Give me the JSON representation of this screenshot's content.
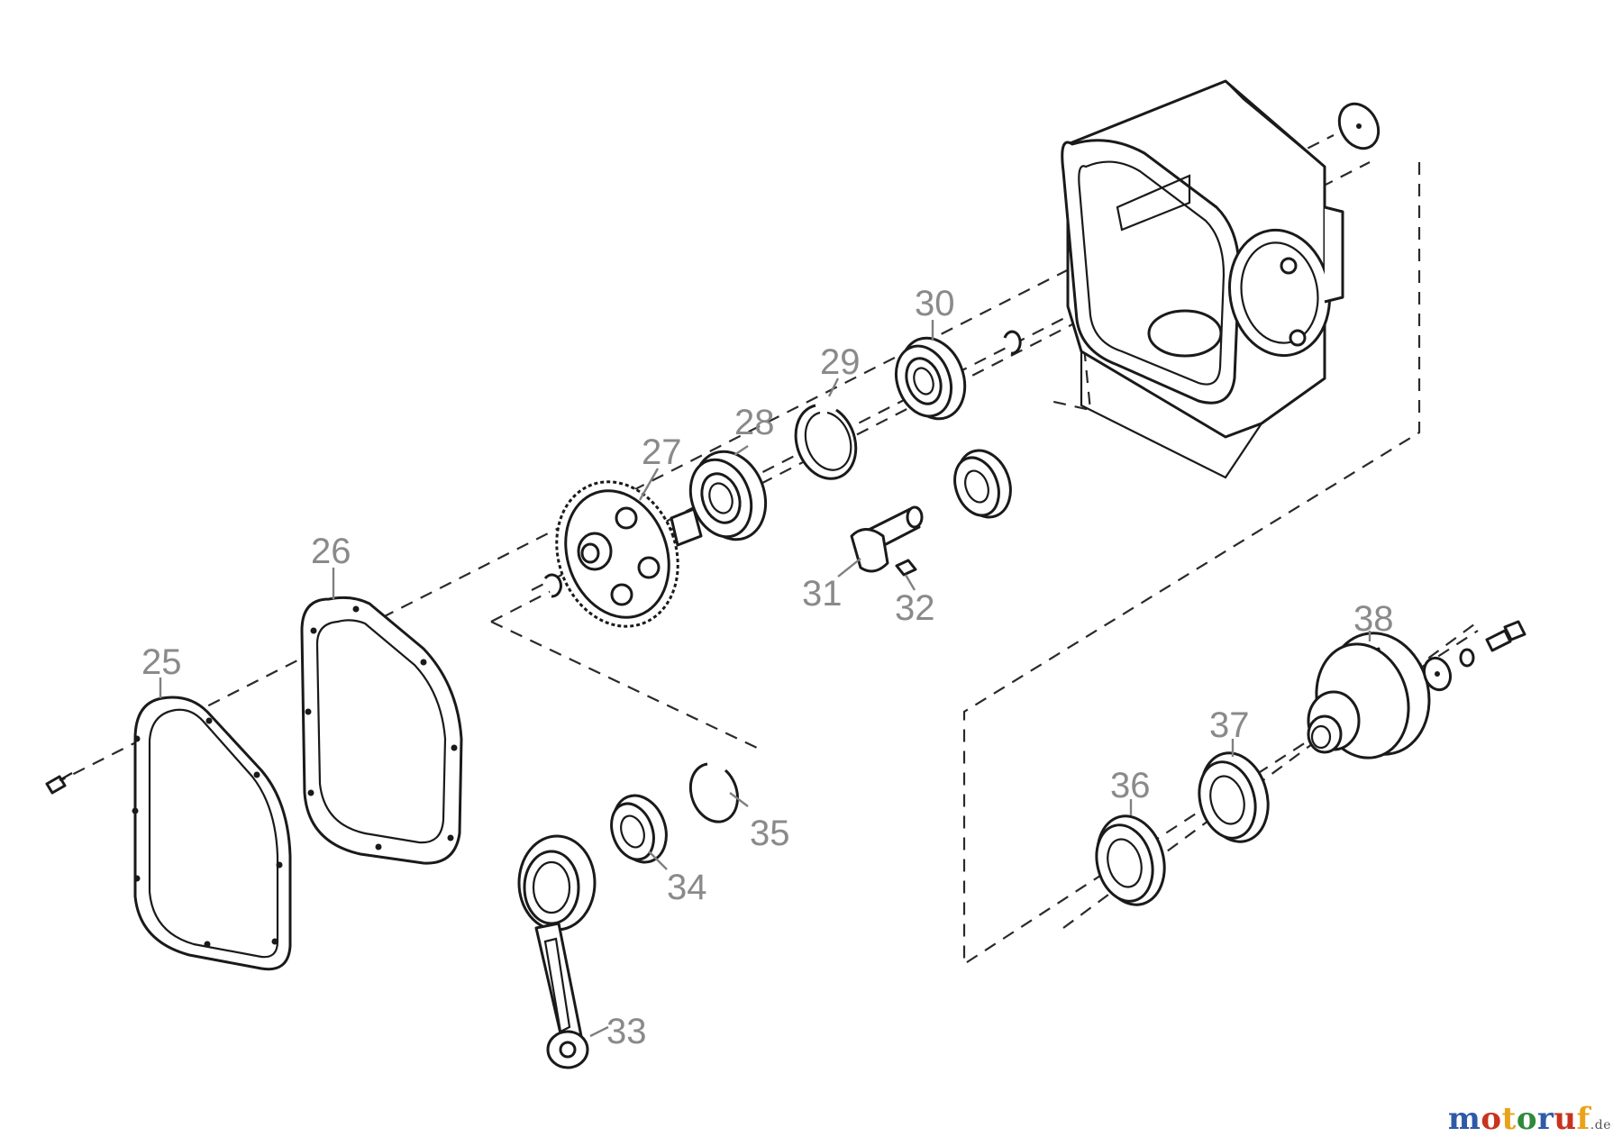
{
  "diagram": {
    "callouts": [
      "25",
      "26",
      "27",
      "28",
      "29",
      "30",
      "31",
      "32",
      "33",
      "34",
      "35",
      "36",
      "37",
      "38"
    ]
  },
  "logo": {
    "parts": [
      "m",
      "o",
      "t",
      "o",
      "r",
      "u",
      "f"
    ],
    "colors": [
      "#2e5aa8",
      "#c8331f",
      "#e9a21a",
      "#2e8a3a",
      "#2e5aa8",
      "#c8331f",
      "#e9a21a"
    ],
    "suffix": ".de"
  }
}
